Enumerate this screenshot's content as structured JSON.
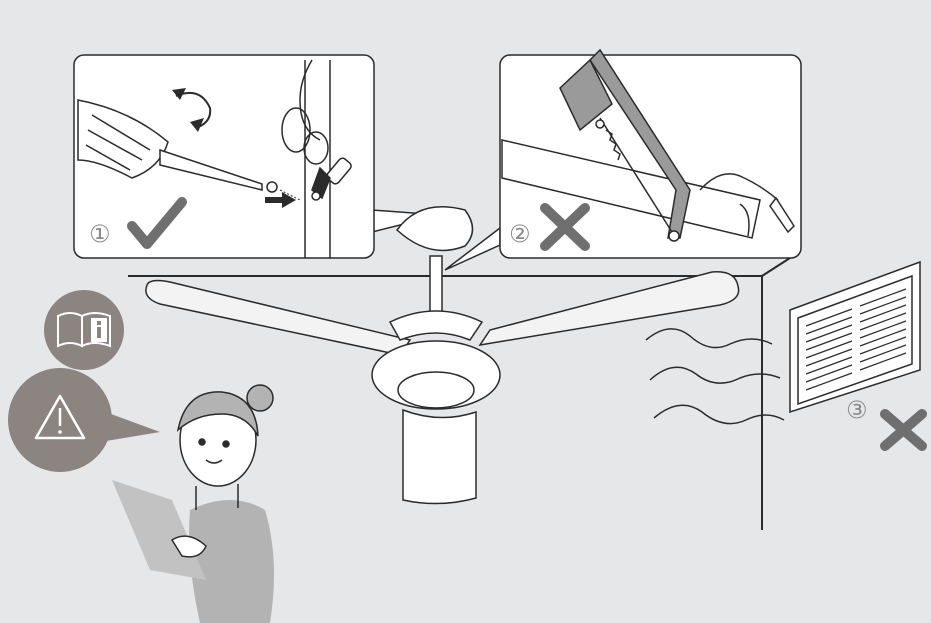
{
  "markers": {
    "step1": "①",
    "step2": "②",
    "step3": "③"
  },
  "colors": {
    "background": "#e6e7e9",
    "mark": "#6f6f6f",
    "icon_badge": "#8b8480",
    "line": "#2b2b2b",
    "fill_light": "#f3f3f3"
  },
  "icons": [
    "check-icon",
    "cross-icon",
    "manual-info-icon",
    "warning-icon"
  ]
}
